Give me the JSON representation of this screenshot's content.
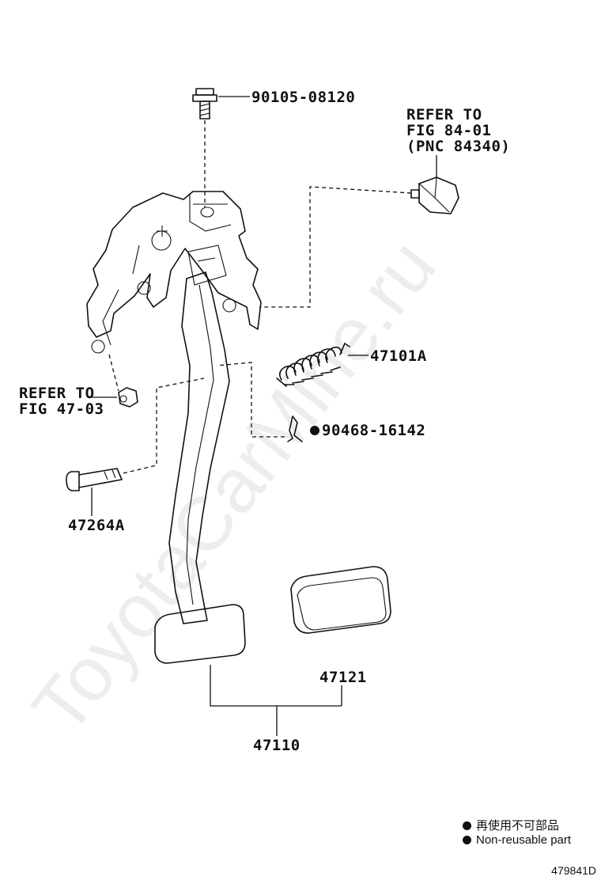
{
  "callouts": {
    "bolt": "90105-08120",
    "switch_ref": "REFER TO\nFIG 84-01\n(PNC 84340)",
    "spring": "47101A",
    "nut_ref": "REFER TO\nFIG 47-03",
    "clip": "90468-16142",
    "pin": "47264A",
    "pad": "47121",
    "pedal_assy": "47110"
  },
  "legend": {
    "jp": "再使用不可部品",
    "en": "Non-reusable part"
  },
  "figure_id": "479841D",
  "watermark": "ToyotaCarMine.ru"
}
